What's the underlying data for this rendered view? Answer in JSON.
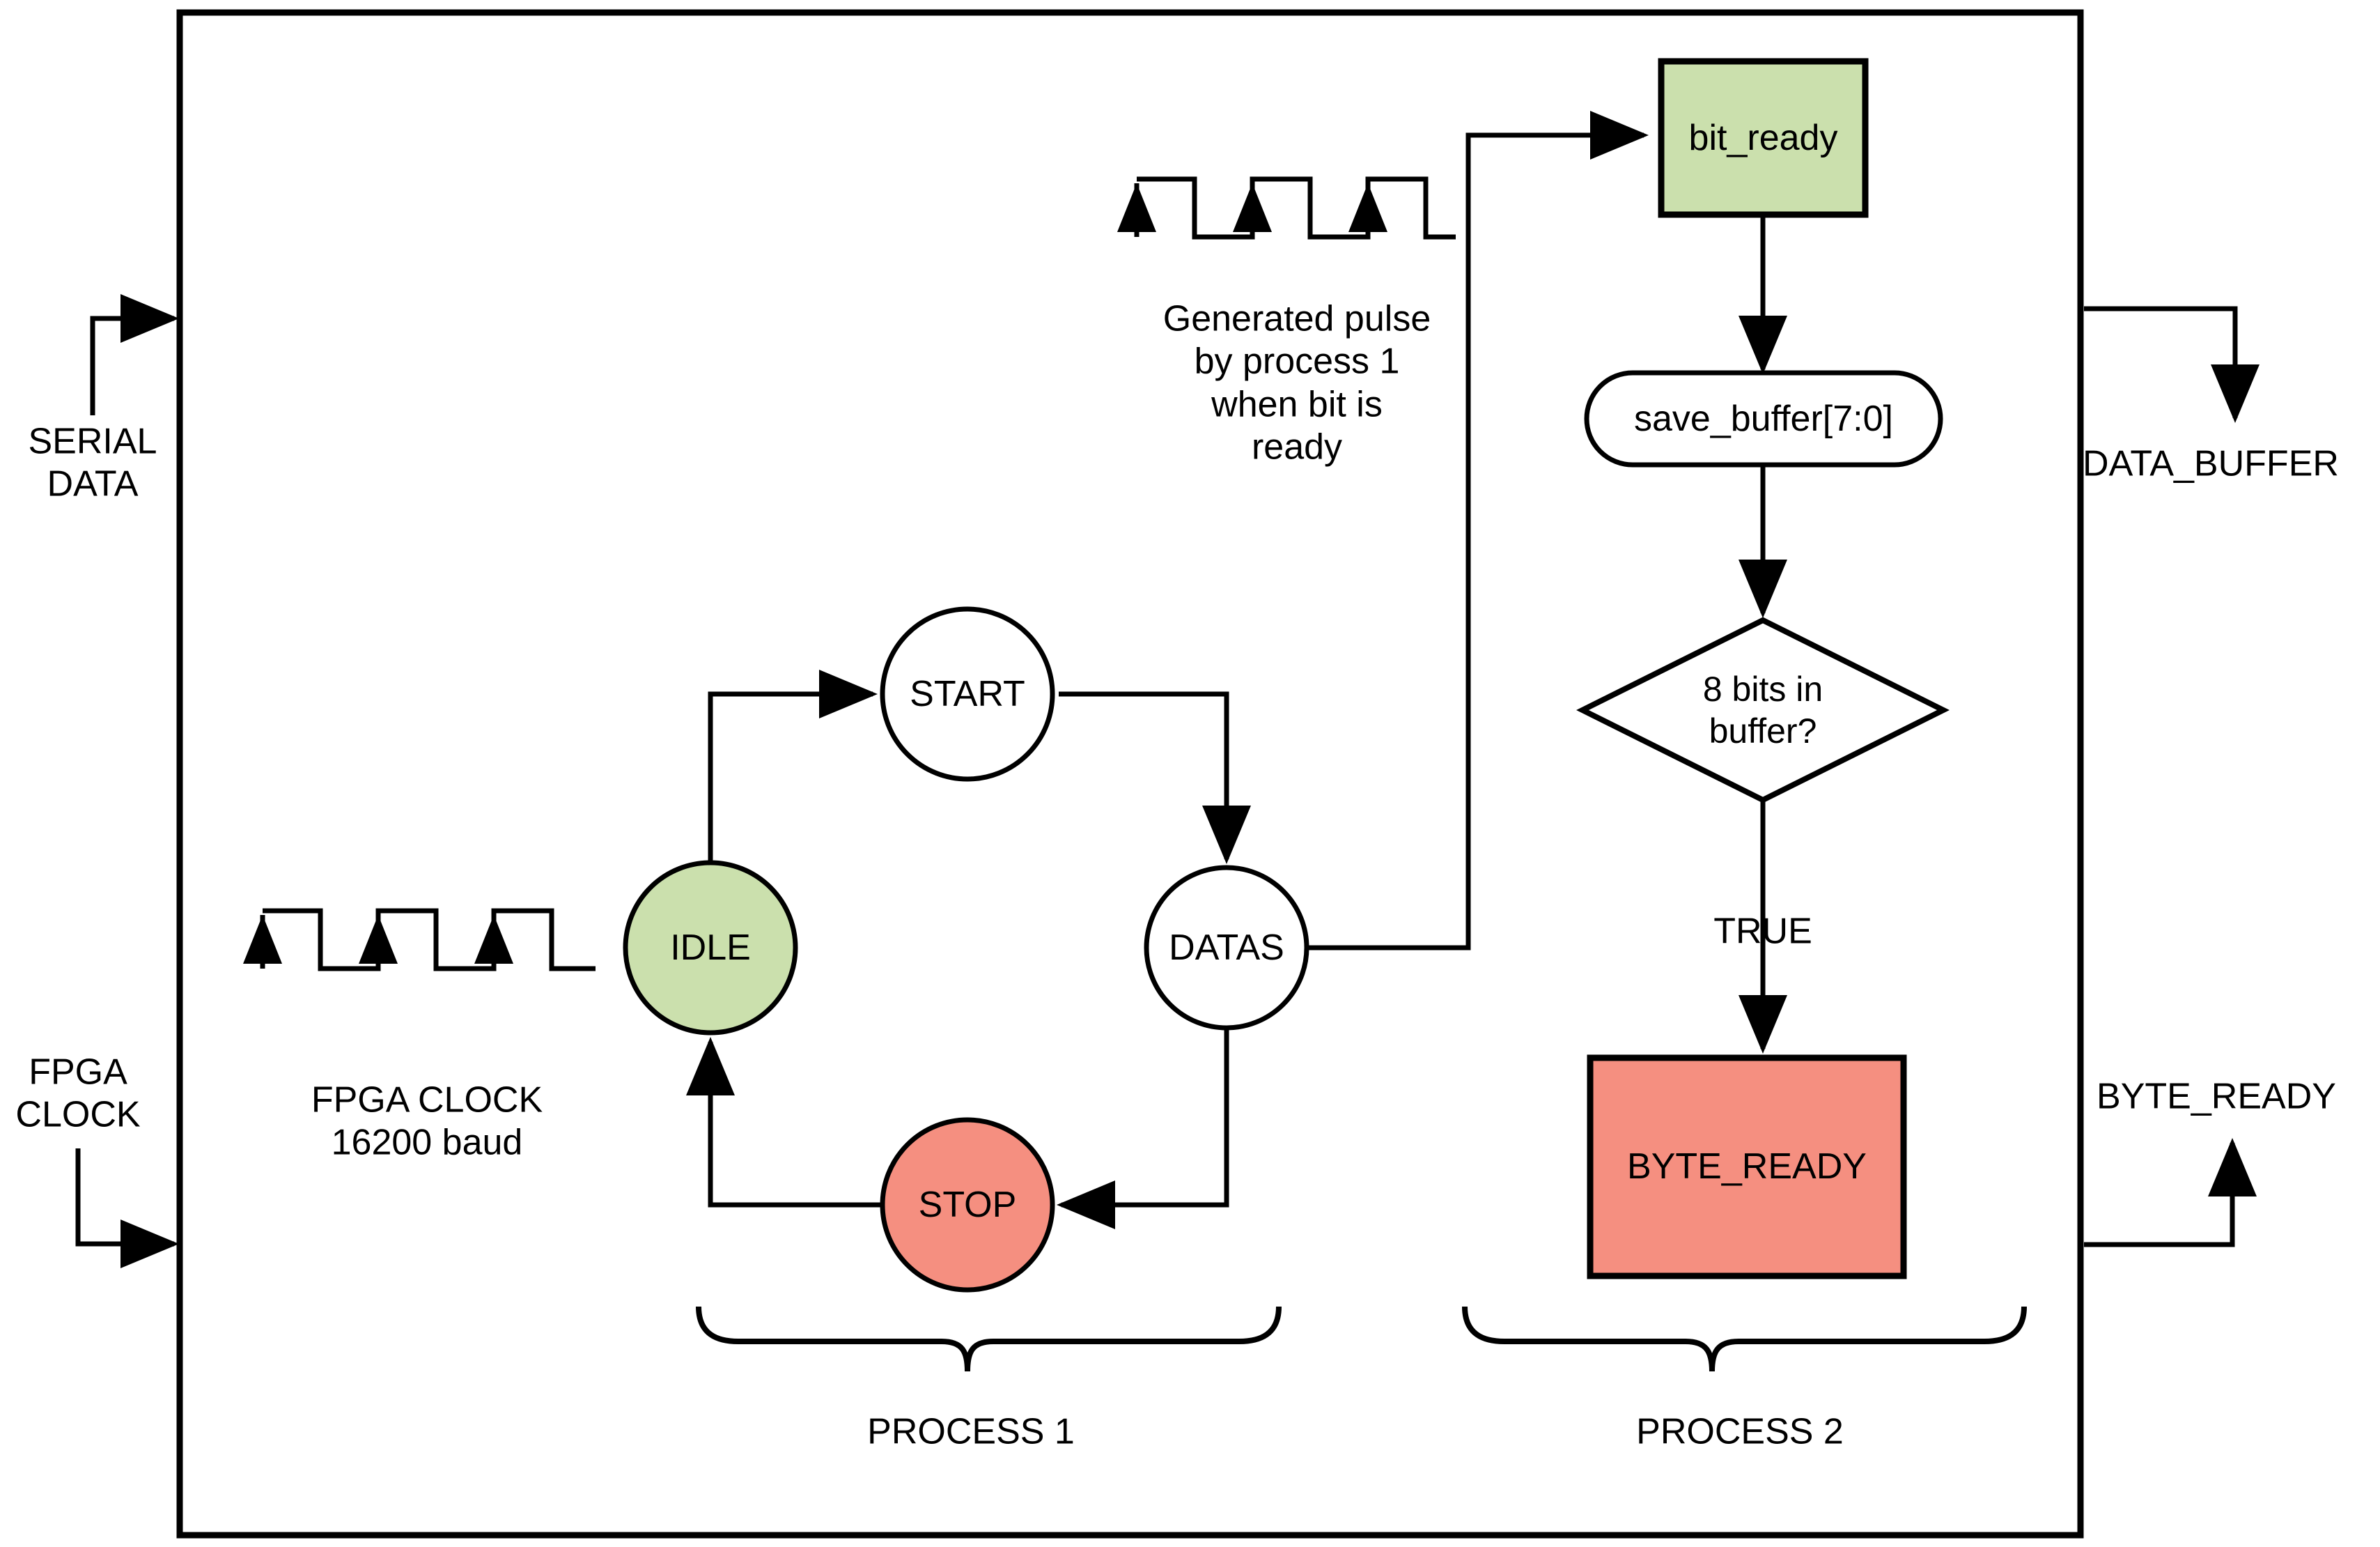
{
  "diagram": {
    "title": "UART receiver FSM block diagram",
    "colors": {
      "green_fill": "#cbe0ad",
      "red_fill": "#f58f80",
      "stroke": "#000000",
      "background": "#ffffff"
    }
  },
  "io_ports": {
    "inputs": [
      {
        "name": "serial-data",
        "label": "SERIAL\nDATA"
      },
      {
        "name": "fpga-clock",
        "label": "FPGA\nCLOCK"
      }
    ],
    "outputs": [
      {
        "name": "data-buffer",
        "label": "DATA_BUFFER"
      },
      {
        "name": "byte-ready",
        "label": "BYTE_READY"
      }
    ]
  },
  "annotations": {
    "fpga_clock_caption": "FPGA CLOCK\n16200 baud",
    "generated_pulse_caption": "Generated pulse\nby process 1\nwhen bit is\nready",
    "true_branch_label": "TRUE"
  },
  "process1": {
    "brace_label": "PROCESS 1",
    "states": [
      {
        "name": "state-idle",
        "label": "IDLE",
        "fill": "#cbe0ad"
      },
      {
        "name": "state-start",
        "label": "START",
        "fill": "#ffffff"
      },
      {
        "name": "state-datas",
        "label": "DATAS",
        "fill": "#ffffff"
      },
      {
        "name": "state-stop",
        "label": "STOP",
        "fill": "#f58f80"
      }
    ],
    "transitions": [
      {
        "from": "IDLE",
        "to": "START"
      },
      {
        "from": "START",
        "to": "DATAS"
      },
      {
        "from": "DATAS",
        "to": "STOP"
      },
      {
        "from": "STOP",
        "to": "IDLE"
      }
    ]
  },
  "process2": {
    "brace_label": "PROCESS 2",
    "nodes": [
      {
        "name": "bit-ready-box",
        "label": "bit_ready",
        "shape": "rect",
        "fill": "#cbe0ad"
      },
      {
        "name": "save-buffer-node",
        "label": "save_buffer[7:0]",
        "shape": "stadium",
        "fill": "#ffffff"
      },
      {
        "name": "bits-decision",
        "label": "8 bits in\nbuffer?",
        "shape": "diamond",
        "fill": "#ffffff"
      },
      {
        "name": "byte-ready-box",
        "label": "BYTE_READY",
        "shape": "rect",
        "fill": "#f58f80"
      }
    ],
    "edges": [
      {
        "from": "bit_ready",
        "to": "save_buffer[7:0]",
        "label": ""
      },
      {
        "from": "save_buffer[7:0]",
        "to": "8 bits in buffer?",
        "label": ""
      },
      {
        "from": "8 bits in buffer?",
        "to": "BYTE_READY",
        "label": "TRUE"
      }
    ]
  },
  "waveforms": [
    {
      "name": "fpga-clock-waveform",
      "pulses": 3,
      "rising_edge_arrows": 3
    },
    {
      "name": "generated-pulse-waveform",
      "pulses": 3,
      "rising_edge_arrows": 3
    }
  ]
}
